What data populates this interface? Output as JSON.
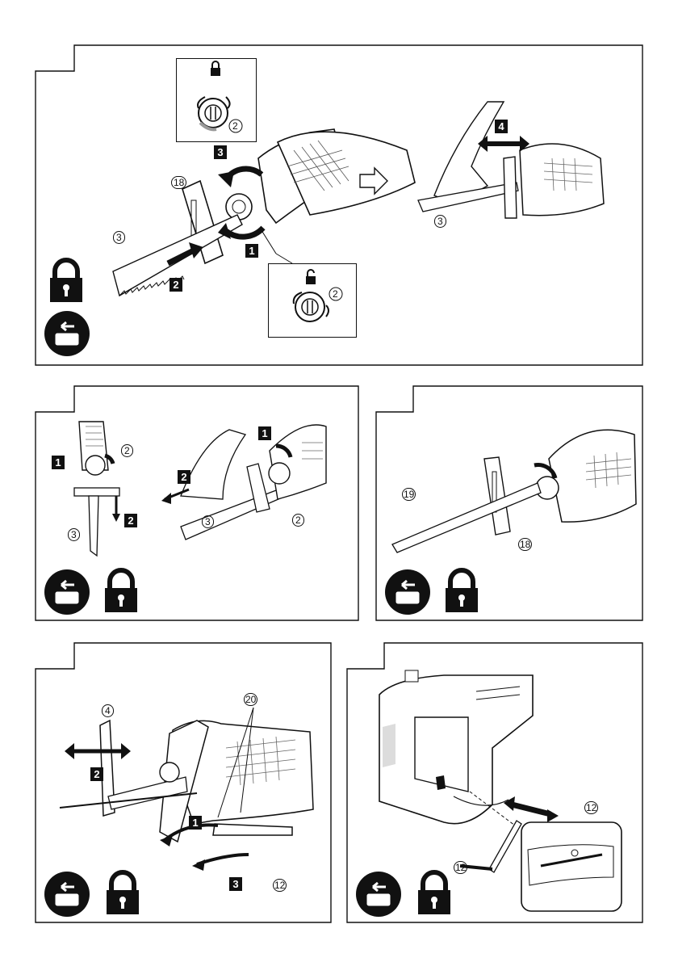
{
  "document": {
    "footer_text": ""
  },
  "callouts": {
    "blade": "3",
    "holder_ring": "2",
    "knob": "18",
    "blade_long": "19",
    "shoe": "4",
    "hex_wrench": "12",
    "bolts": "20"
  },
  "steps": {
    "s1": "1",
    "s2": "2",
    "s3": "3",
    "s4": "4"
  },
  "icons": {
    "lock": "lock-icon",
    "unlock": "unlock-icon",
    "battery_removal": "battery-removal-icon",
    "arrow_right": "hollow-arrow-icon"
  },
  "colors": {
    "ink": "#111111",
    "paper": "#ffffff",
    "grey": "#9a9a9a"
  }
}
